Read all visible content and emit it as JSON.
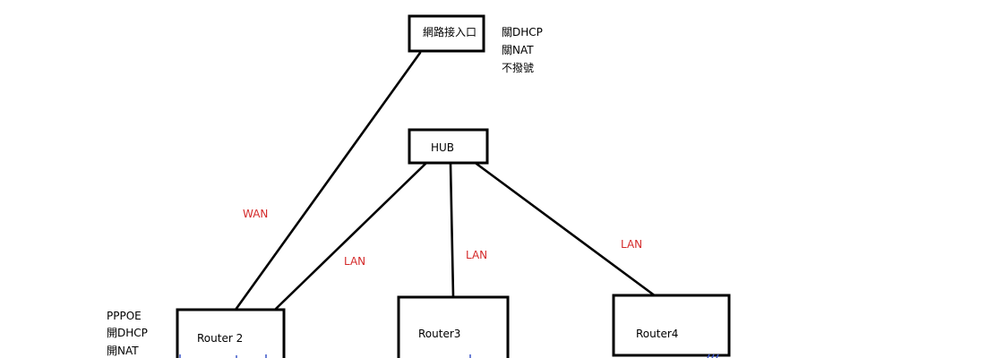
{
  "colors": {
    "line": "#000000",
    "link_label": "#d42a2a",
    "edge_mark": "#3a55c8"
  },
  "nodes": {
    "gateway": {
      "label": "網路接入口"
    },
    "hub": {
      "label": "HUB"
    },
    "router2": {
      "label": "Router 2"
    },
    "router3": {
      "label": "Router3"
    },
    "router4": {
      "label": "Router4"
    }
  },
  "links": {
    "gateway_router2": {
      "label": "WAN"
    },
    "hub_router2": {
      "label": "LAN"
    },
    "hub_router3": {
      "label": "LAN"
    },
    "hub_router4": {
      "label": "LAN"
    }
  },
  "notes": {
    "gateway": [
      "關DHCP",
      "關NAT",
      "不撥號"
    ],
    "router2": [
      "PPPOE",
      "開DHCP",
      "開NAT"
    ]
  }
}
